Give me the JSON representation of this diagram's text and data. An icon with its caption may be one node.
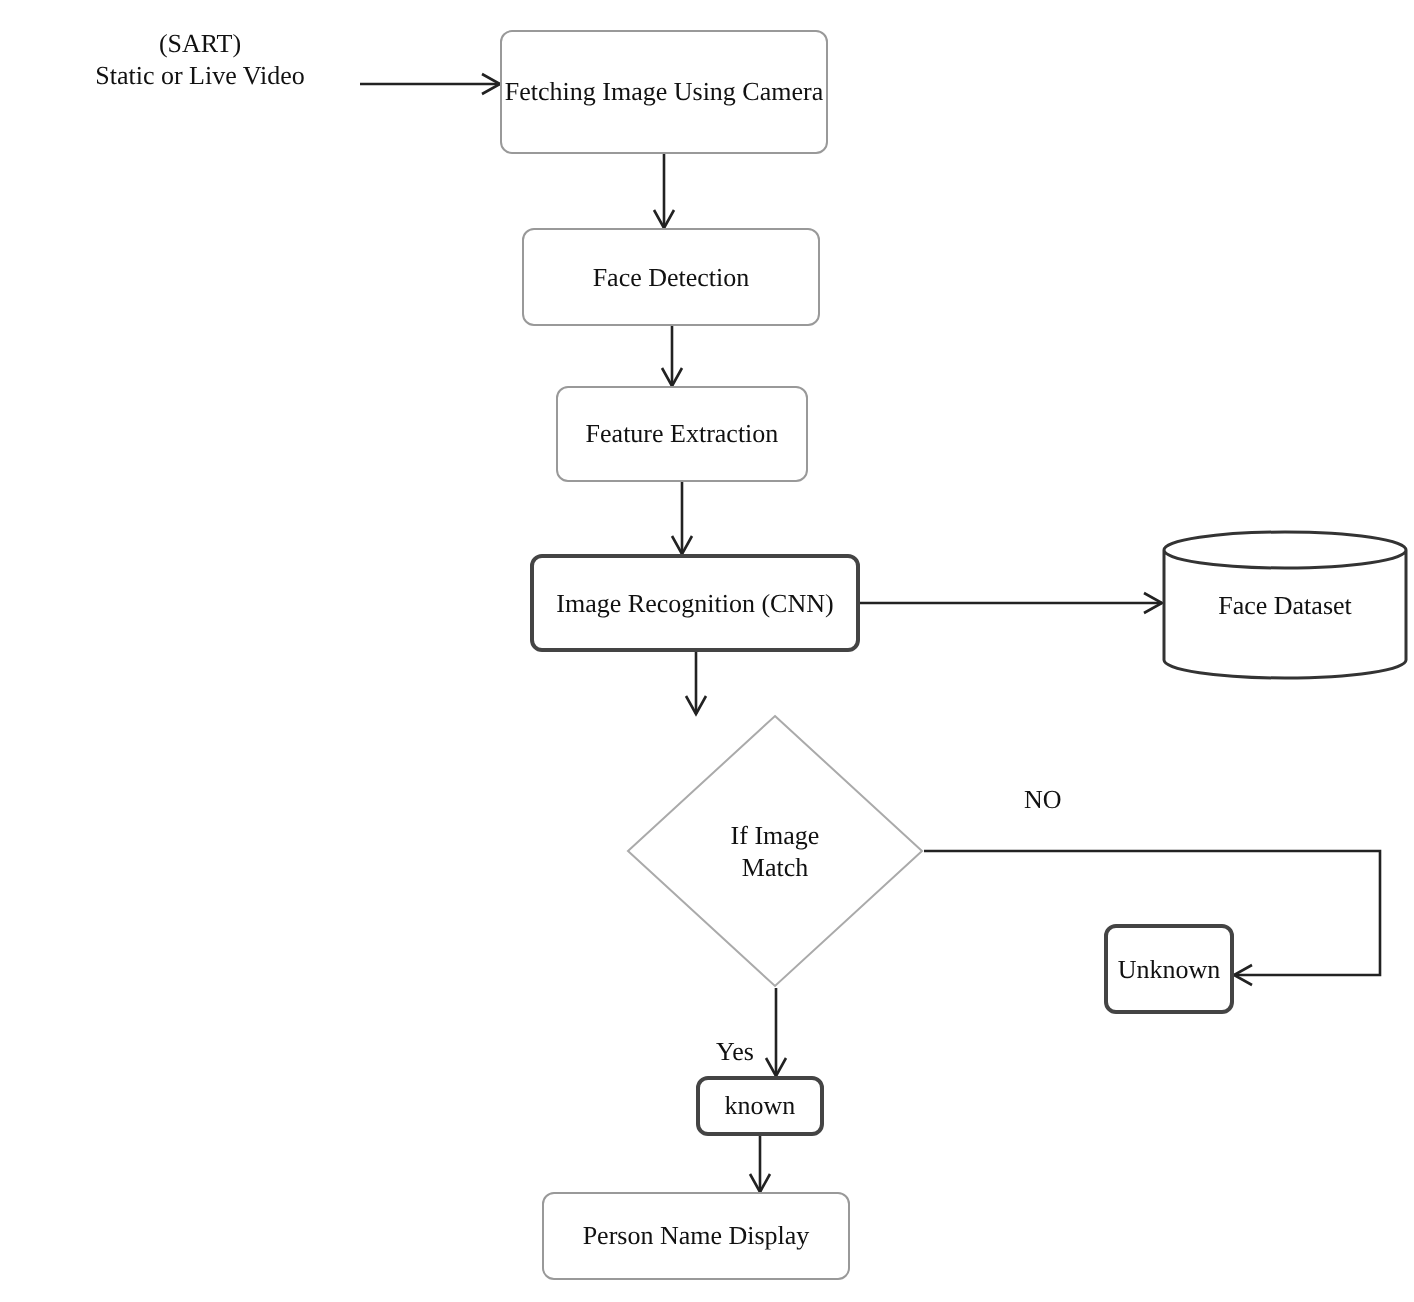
{
  "diagram": {
    "nodes": [
      {
        "text": [
          "(SART)",
          "Static or Live Video"
        ]
      },
      {
        "text": [
          "Fetching Image Using Camera"
        ]
      },
      {
        "text": [
          "Face Detection"
        ]
      },
      {
        "text": [
          "Feature Extraction"
        ]
      },
      {
        "text": [
          "Image Recognition (CNN)"
        ]
      },
      {
        "text": [
          "Face Dataset"
        ]
      },
      {
        "text": [
          "If Image Match"
        ]
      },
      {
        "text": [
          "Unknown"
        ]
      },
      {
        "text": [
          "known"
        ]
      },
      {
        "text": [
          "Person Name Display"
        ]
      }
    ],
    "edges": [
      {
        "from": 0,
        "to": 1,
        "arrow": "to"
      },
      {
        "from": 1,
        "to": 2,
        "arrow": "to"
      },
      {
        "from": 2,
        "to": 3,
        "arrow": "to"
      },
      {
        "from": 3,
        "to": 4,
        "arrow": "to"
      },
      {
        "from": 4,
        "to": 5,
        "arrow": "to"
      },
      {
        "from": 4,
        "to": 6,
        "arrow": "to"
      },
      {
        "from": 6,
        "to": 7,
        "arrow": "to",
        "label": "NO"
      },
      {
        "from": 6,
        "to": 8,
        "arrow": "to",
        "label": "Yes"
      },
      {
        "from": 8,
        "to": 9,
        "arrow": "to"
      }
    ]
  }
}
